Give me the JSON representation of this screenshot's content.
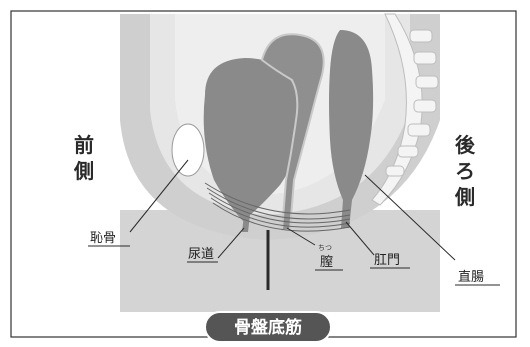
{
  "labels": {
    "front": "前側",
    "back": "後ろ側",
    "pubic_bone": "恥骨",
    "urethra": "尿道",
    "vagina": "膣",
    "vagina_ruby": "ちつ",
    "anus": "肛門",
    "rectum": "直腸",
    "pelvic_floor": "骨盤底筋"
  }
}
